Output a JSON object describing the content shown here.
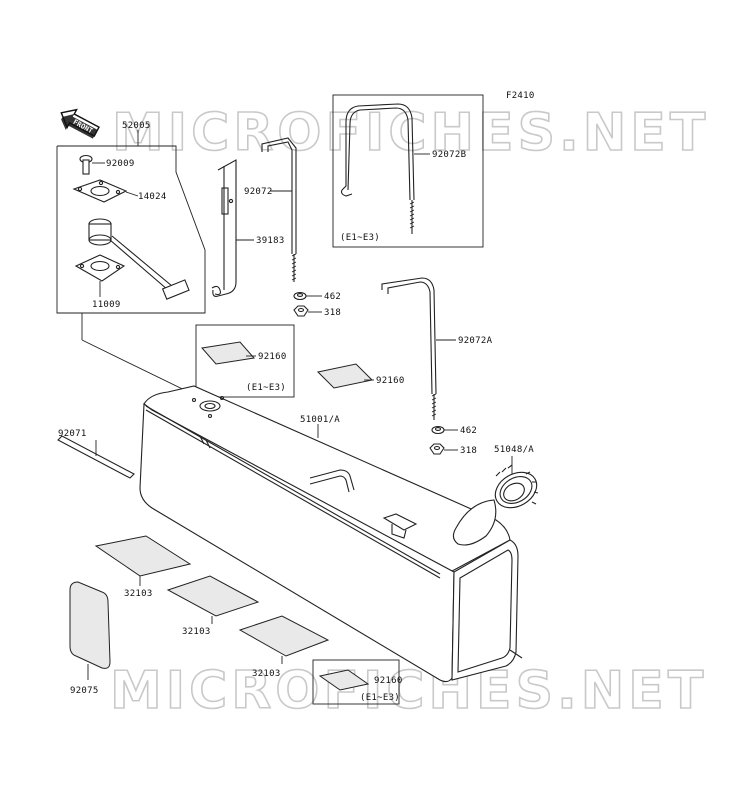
{
  "diagram_code": "F2410",
  "front_label": "FRONT",
  "watermark": "MICROFICHES.NET",
  "variant_note": "(E1~E3)",
  "parts": {
    "p52005": "52005",
    "p92009": "92009",
    "p14024": "14024",
    "p11009": "11009",
    "p39183": "39183",
    "p92072": "92072",
    "p92072B": "92072B",
    "p92072A": "92072A",
    "p462a": "462",
    "p318a": "318",
    "p462b": "462",
    "p318b": "318",
    "p92160a": "92160",
    "p92160b": "92160",
    "p92160c": "92160",
    "p51001A": "51001/A",
    "p51048A": "51048/A",
    "p92071": "92071",
    "p32103a": "32103",
    "p32103b": "32103",
    "p32103c": "32103",
    "p92075": "92075"
  }
}
